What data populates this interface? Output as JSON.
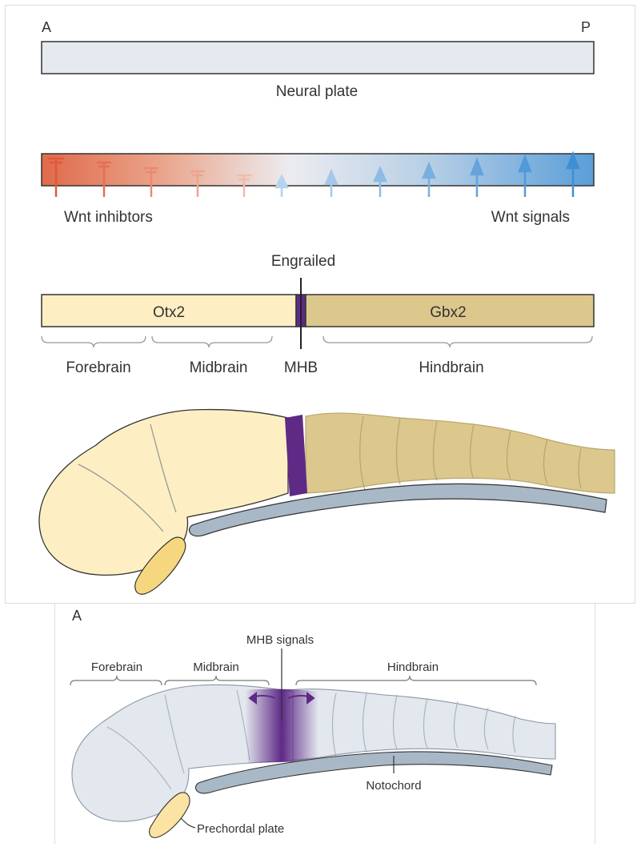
{
  "top_panel": {
    "anterior_label": "A",
    "posterior_label": "P",
    "neural_plate_label": "Neural plate",
    "wnt_inhibitors_label": "Wnt inhibtors",
    "wnt_signals_label": "Wnt signals",
    "engrailed_label": "Engrailed",
    "otx2_label": "Otx2",
    "gbx2_label": "Gbx2",
    "forebrain_label": "Forebrain",
    "midbrain_label": "Midbrain",
    "mhb_label": "MHB",
    "hindbrain_label": "Hindbrain"
  },
  "bottom_panel": {
    "panel_letter": "A",
    "mhb_signals_label": "MHB signals",
    "forebrain_label": "Forebrain",
    "midbrain_label": "Midbrain",
    "hindbrain_label": "Hindbrain",
    "notochord_label": "Notochord",
    "prechordal_plate_label": "Prechordal plate"
  },
  "colors": {
    "neural_plate": "#e6eaf0",
    "wnt_inhibitor": "#e06a4a",
    "wnt_signal": "#4f9ad6",
    "otx2_region": "#fdefc3",
    "gbx2_region": "#dcc78d",
    "engrailed": "#5e2a86",
    "notochord": "#a9b8c6",
    "prechordal_plate": "#f6d77f",
    "embryo_grey": "#e3e7ee"
  }
}
